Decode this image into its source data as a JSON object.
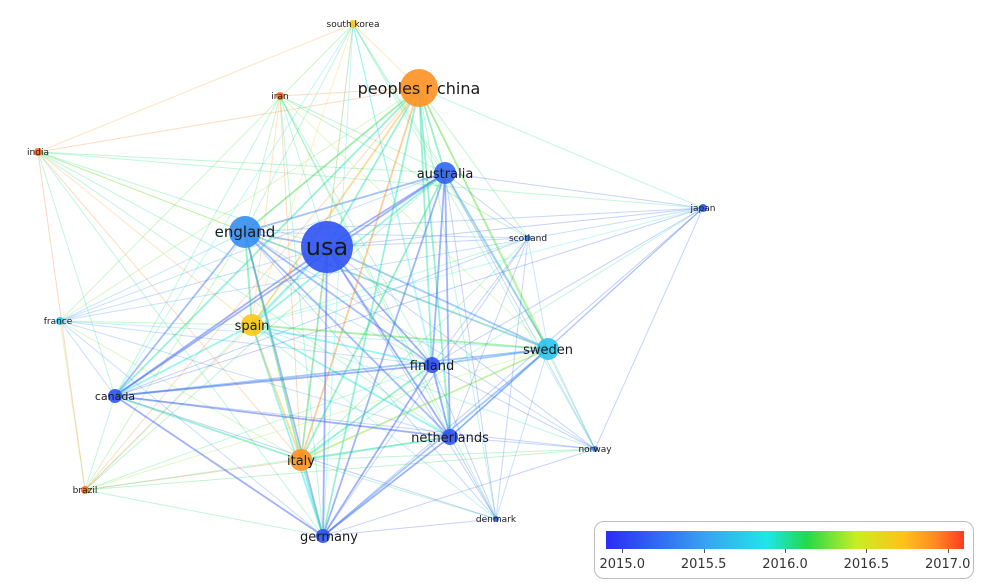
{
  "network": {
    "nodes": [
      {
        "id": "usa",
        "label": "usa",
        "year": 2015.1,
        "size": "largest"
      },
      {
        "id": "peoples-r-china",
        "label": "peoples r china",
        "year": 2016.9,
        "size": "large"
      },
      {
        "id": "england",
        "label": "england",
        "year": 2015.4,
        "size": "large"
      },
      {
        "id": "australia",
        "label": "australia",
        "year": 2015.2,
        "size": "medium"
      },
      {
        "id": "spain",
        "label": "spain",
        "year": 2016.7,
        "size": "medium"
      },
      {
        "id": "italy",
        "label": "italy",
        "year": 2016.9,
        "size": "medium"
      },
      {
        "id": "sweden",
        "label": "sweden",
        "year": 2015.7,
        "size": "medium"
      },
      {
        "id": "finland",
        "label": "finland",
        "year": 2015.1,
        "size": "small"
      },
      {
        "id": "netherlands",
        "label": "netherlands",
        "year": 2015.1,
        "size": "small"
      },
      {
        "id": "germany",
        "label": "germany",
        "year": 2015.1,
        "size": "small"
      },
      {
        "id": "canada",
        "label": "canada",
        "year": 2015.1,
        "size": "small"
      },
      {
        "id": "south-korea",
        "label": "south korea",
        "year": 2016.7,
        "size": "tiny"
      },
      {
        "id": "iran",
        "label": "iran",
        "year": 2017.0,
        "size": "tiny"
      },
      {
        "id": "india",
        "label": "india",
        "year": 2017.0,
        "size": "tiny"
      },
      {
        "id": "japan",
        "label": "japan",
        "year": 2015.1,
        "size": "tiny"
      },
      {
        "id": "scotland",
        "label": "scotland",
        "year": 2015.3,
        "size": "tiny"
      },
      {
        "id": "france",
        "label": "france",
        "year": 2015.7,
        "size": "tiny"
      },
      {
        "id": "brazil",
        "label": "brazil",
        "year": 2017.0,
        "size": "tiny"
      },
      {
        "id": "denmark",
        "label": "denmark",
        "year": 2015.2,
        "size": "tiny"
      },
      {
        "id": "norway",
        "label": "norway",
        "year": 2015.3,
        "size": "tiny"
      }
    ]
  },
  "legend": {
    "ticks": [
      "2015.0",
      "2015.5",
      "2016.0",
      "2016.5",
      "2017.0"
    ],
    "min": 2014.9,
    "max": 2017.1
  }
}
